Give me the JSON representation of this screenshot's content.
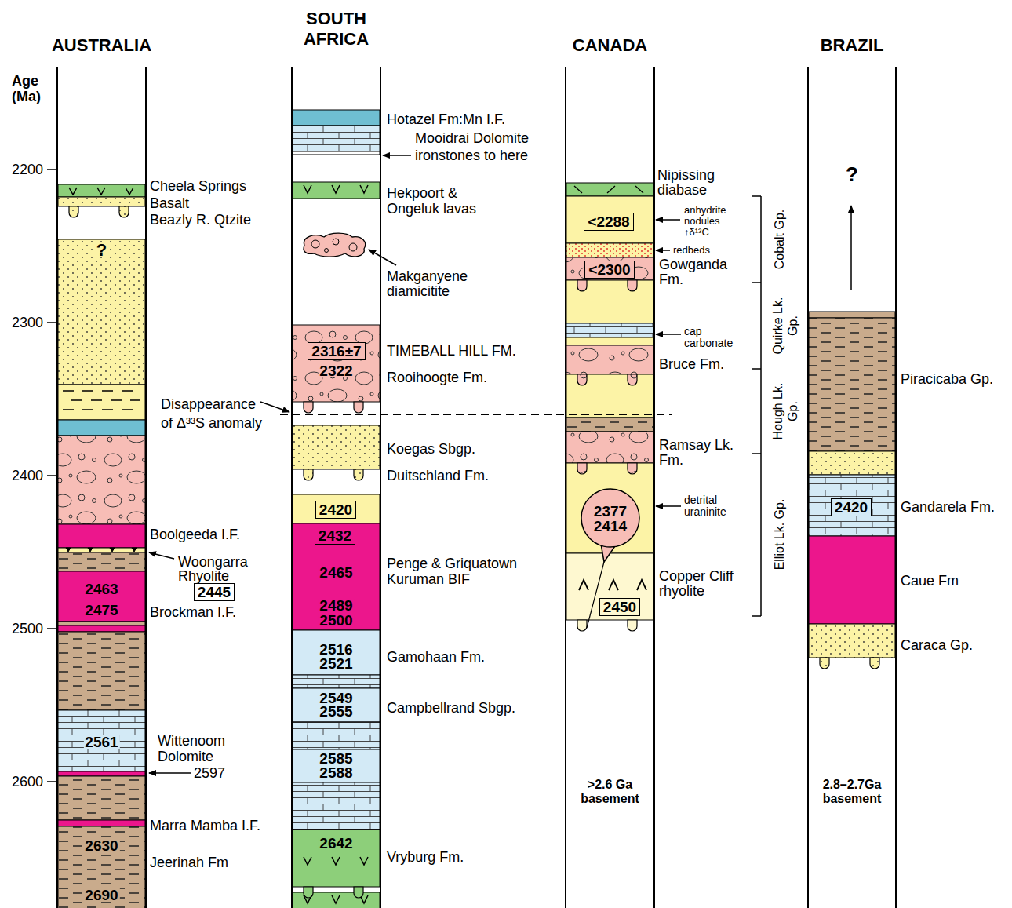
{
  "diagram": {
    "nodes": [
      {
        "text": [
          "AUSTRALIA"
        ]
      },
      {
        "text": [
          "?"
        ],
        "in": 0
      },
      {
        "text": [
          "2463",
          "2475"
        ],
        "in": 0
      },
      {
        "text": [
          "2561"
        ],
        "in": 0
      },
      {
        "text": [
          "2630",
          "2690"
        ],
        "in": 0
      },
      {
        "text": [
          "2445"
        ]
      },
      {
        "text": [
          "SOUTH AFRICA"
        ]
      },
      {
        "text": [
          "2322"
        ],
        "in": 6
      },
      {
        "text": [
          "2316±7"
        ],
        "in": 7
      },
      {
        "text": [
          "2420"
        ],
        "in": 6
      },
      {
        "text": [
          "2465",
          "2489",
          "2500"
        ],
        "in": 6
      },
      {
        "text": [
          "2432"
        ],
        "in": 10
      },
      {
        "text": [
          "2516",
          "2521"
        ],
        "in": 6
      },
      {
        "text": [
          "2549",
          "2555"
        ],
        "in": 6
      },
      {
        "text": [
          "2585",
          "2588"
        ],
        "in": 6
      },
      {
        "text": [
          "2642"
        ],
        "in": 6
      },
      {
        "text": [
          "CANADA",
          ">2.6 Ga basement"
        ]
      },
      {
        "text": [
          "<2288"
        ],
        "in": 16
      },
      {
        "text": [
          "<2300"
        ],
        "in": 16
      },
      {
        "text": [
          "2377",
          "2414"
        ],
        "in": 16
      },
      {
        "text": [
          "2450"
        ],
        "in": 16
      },
      {
        "text": [
          "BRAZIL",
          "?",
          "2.8–2.7Ga basement"
        ]
      },
      {
        "text": [
          "2420"
        ],
        "in": 21
      }
    ],
    "labels": [
      "Age (Ma)",
      "2200",
      "2300",
      "2400",
      "2500",
      "2600",
      "Cheela Springs Basalt",
      "Beazly R. Qtzite",
      "Disappearance of Δ³³S anomaly",
      "Boolgeeda I.F.",
      "Woongarra Rhyolite",
      "Brockman I.F.",
      "Wittenoom Dolomite",
      "2597",
      "Marra Mamba I.F.",
      "Jeerinah Fm",
      "Hotazel Fm:Mn I.F.",
      "Mooidrai Dolomite",
      "ironstones to here",
      "Hekpoort & Ongeluk lavas",
      "Makganyene diamicitite",
      "TIMEBALL HILL FM.",
      "Rooihoogte Fm.",
      "Koegas Sbgp.",
      "Duitschland Fm.",
      "Penge & Griquatown Kuruman BIF",
      "Gamohaan Fm.",
      "Campbellrand Sbgp.",
      "Vryburg Fm.",
      "Nipissing diabase",
      "anhydrite nodules ↑δ¹³C",
      "redbeds",
      "Gowganda Fm.",
      "cap carbonate",
      "Bruce Fm.",
      "Ramsay Lk. Fm.",
      "detrital uraninite",
      "Copper Cliff rhyolite",
      "Cobalt Gp.",
      "Quirke Lk. Gp.",
      "Hough Lk. Gp.",
      "Elliot Lk. Gp.",
      "Piracicaba Gp.",
      "Gandarela Fm.",
      "Caue Fm",
      "Caraca Gp."
    ]
  }
}
